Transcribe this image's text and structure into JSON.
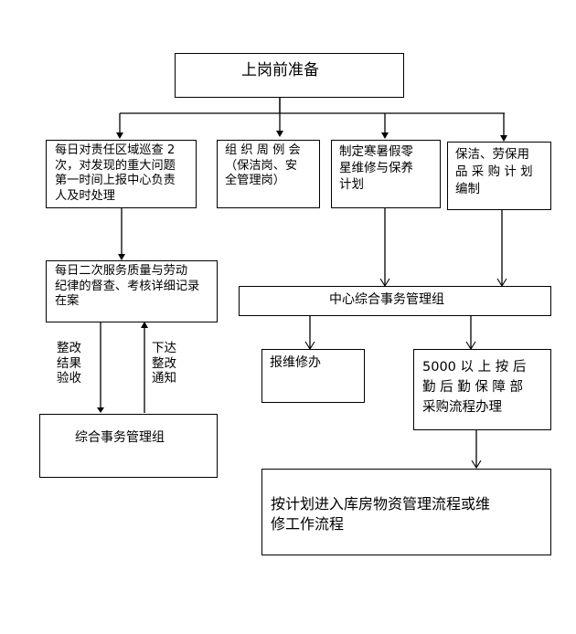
{
  "diagram": {
    "nodes": {
      "start": {
        "text": "上岗前准备"
      },
      "patrol": {
        "text": "每日对责任区域巡查 2\n次，对发现的重大问题\n第一时间上报中心负责\n人及时处理"
      },
      "weekly_meeting": {
        "text": "组 织 周 例 会\n（保洁岗、安\n全管理岗）"
      },
      "maintenance_plan": {
        "text": "制定寒暑假零\n星维修与保养\n计划"
      },
      "purchase_plan": {
        "text": "保洁、劳保用\n品 采 购 计 划\n编制"
      },
      "supervision": {
        "text": "每日二次服务质量与劳动\n纪律的督查、考核详细记录\n在案"
      },
      "admin_group": {
        "text": "综合事务管理组"
      },
      "center_admin_group": {
        "text": "中心综合事务管理组"
      },
      "repair_office": {
        "text": "报维修办"
      },
      "logistics_purchase": {
        "text": "5000  以 上 按 后\n勤 后 勤 保 障 部\n采购流程办理"
      },
      "warehouse_process": {
        "text": "按计划进入库房物资管理流程或维\n修工作流程"
      }
    },
    "edge_labels": {
      "rectify_result": "整改\n结果\n验收",
      "rectify_notice": "下达\n整改\n通知"
    },
    "edges": [
      {
        "from": "start",
        "to": "patrol"
      },
      {
        "from": "start",
        "to": "weekly_meeting"
      },
      {
        "from": "start",
        "to": "maintenance_plan"
      },
      {
        "from": "start",
        "to": "purchase_plan"
      },
      {
        "from": "patrol",
        "to": "supervision"
      },
      {
        "from": "supervision",
        "to": "admin_group",
        "label": "rectify_result"
      },
      {
        "from": "admin_group",
        "to": "supervision",
        "label": "rectify_notice"
      },
      {
        "from": "maintenance_plan",
        "to": "center_admin_group"
      },
      {
        "from": "purchase_plan",
        "to": "center_admin_group"
      },
      {
        "from": "center_admin_group",
        "to": "repair_office"
      },
      {
        "from": "center_admin_group",
        "to": "logistics_purchase"
      },
      {
        "from": "logistics_purchase",
        "to": "warehouse_process"
      }
    ]
  }
}
